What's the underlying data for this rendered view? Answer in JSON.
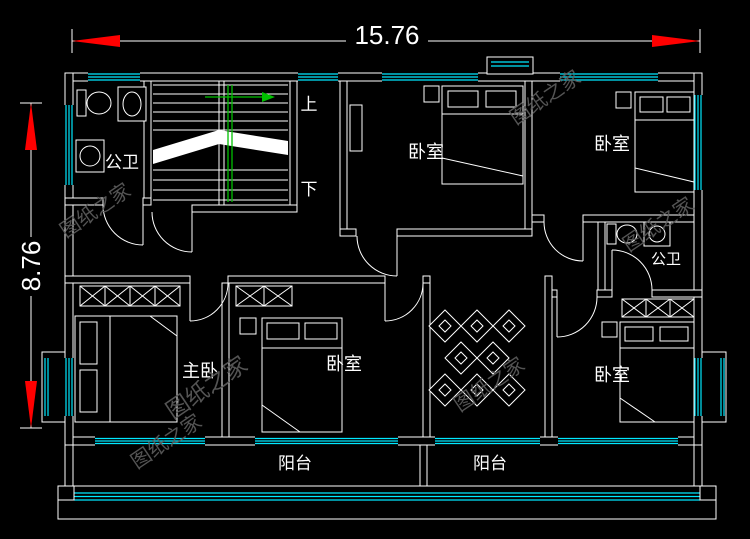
{
  "dimensions": {
    "width": "15.76",
    "height": "8.76"
  },
  "labels": {
    "bath_top_left": "公卫",
    "bath_right": "公卫",
    "bedroom_top_mid": "卧室",
    "bedroom_top_right": "卧室",
    "master_bedroom": "主卧",
    "bedroom_bottom_mid": "卧室",
    "bedroom_bottom_right": "卧室",
    "balcony_left": "阳台",
    "balcony_right": "阳台",
    "stairs_up": "上",
    "stairs_down": "下"
  },
  "watermark": {
    "text": "图纸之家"
  },
  "colors": {
    "background": "#000000",
    "wall": "#ffffff",
    "window": "#00e8ff",
    "dimension": "#ff0000",
    "stair": "#00c000",
    "watermark": "#5e5e5e",
    "label": "#ffffff"
  }
}
